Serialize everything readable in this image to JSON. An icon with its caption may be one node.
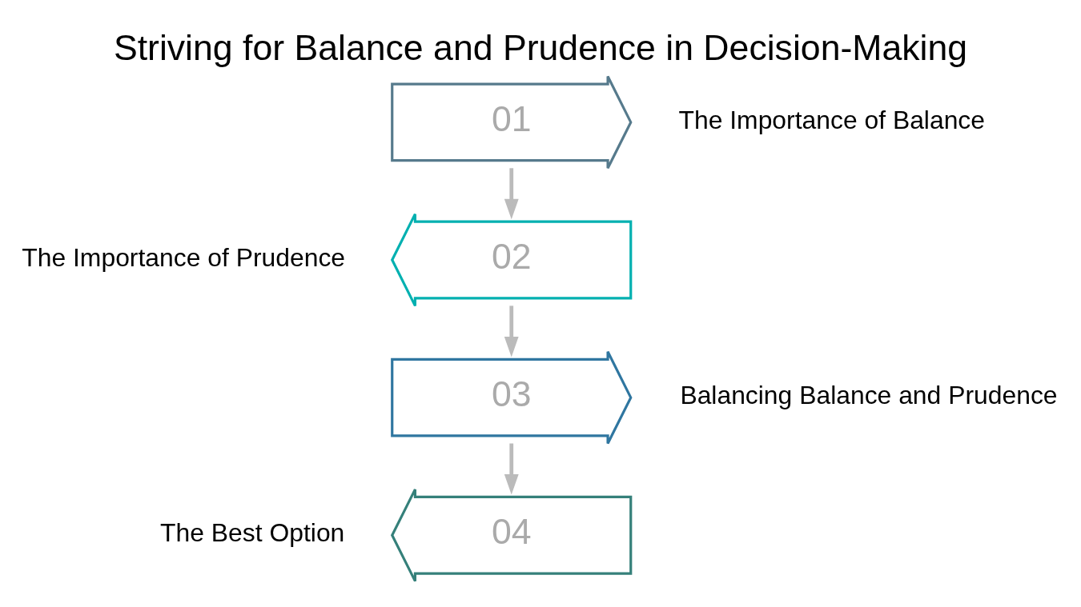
{
  "diagram": {
    "title": "Striving for Balance and Prudence in Decision-Making",
    "nodes": [
      {
        "text": [
          "01"
        ],
        "beside": [
          "The Importance of Balance"
        ]
      },
      {
        "text": [
          "02"
        ],
        "beside": [
          "The Importance of Prudence"
        ]
      },
      {
        "text": [
          "03"
        ],
        "beside": [
          "Balancing Balance and Prudence"
        ]
      },
      {
        "text": [
          "04"
        ],
        "beside": [
          "The Best Option"
        ]
      }
    ],
    "edges": [
      {
        "from": 0,
        "to": 1,
        "arrow": "to"
      },
      {
        "from": 1,
        "to": 2,
        "arrow": "to"
      },
      {
        "from": 2,
        "to": 3,
        "arrow": "to"
      }
    ]
  }
}
